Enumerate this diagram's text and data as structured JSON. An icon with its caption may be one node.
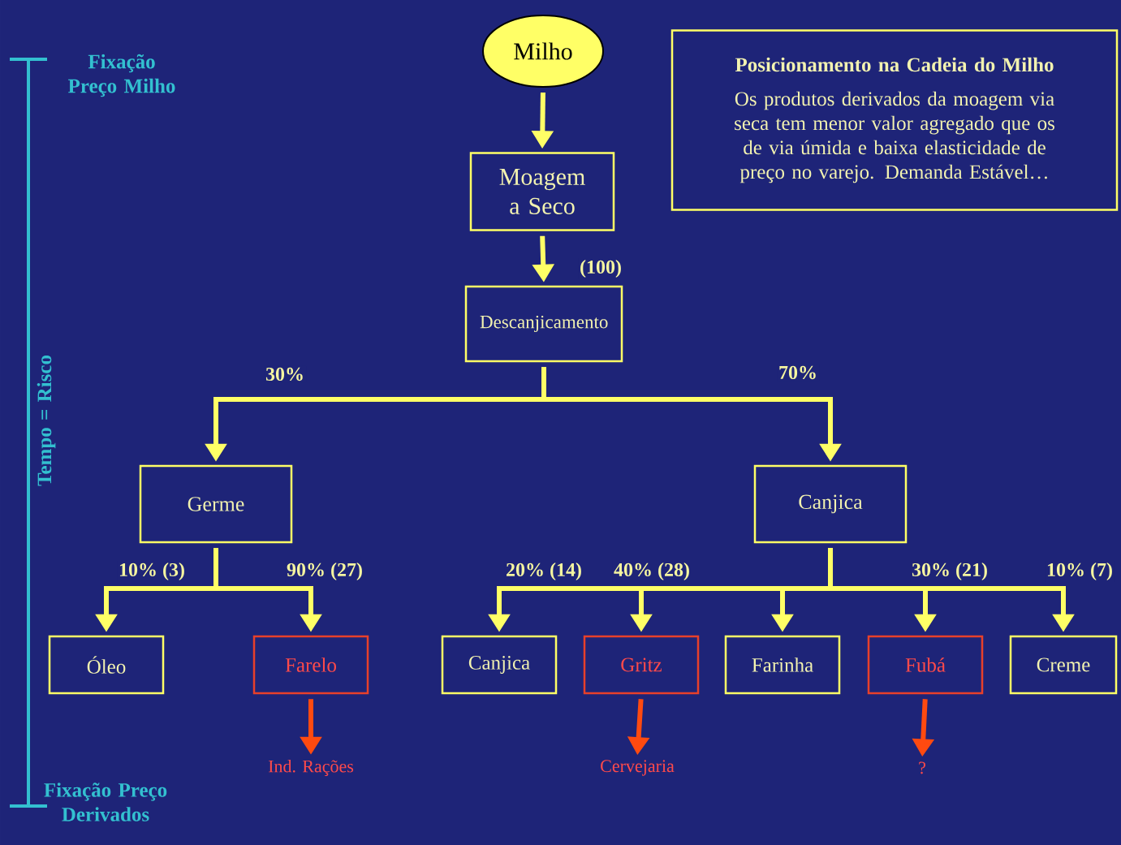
{
  "diagram": {
    "nodes": [
      {
        "text": [
          "Milho"
        ]
      },
      {
        "text": [
          "Moagem a Seco"
        ]
      },
      {
        "text": [
          "Descanjicamento"
        ]
      },
      {
        "text": [
          "Germe"
        ]
      },
      {
        "text": [
          "Canjica"
        ]
      },
      {
        "text": [
          "Óleo"
        ]
      },
      {
        "text": [
          "Farelo"
        ]
      },
      {
        "text": [
          "Canjica"
        ]
      },
      {
        "text": [
          "Gritz"
        ]
      },
      {
        "text": [
          "Farinha"
        ]
      },
      {
        "text": [
          "Fubá"
        ]
      },
      {
        "text": [
          "Creme"
        ]
      },
      {
        "text": [
          "Ind. Rações"
        ]
      },
      {
        "text": [
          "Cervejaria"
        ]
      },
      {
        "text": [
          "?"
        ]
      },
      {
        "text": [
          "Posicionamento na Cadeia do Milho",
          "Os produtos derivados da moagem via seca tem menor valor agregado que os de via úmida e baixa elasticidade de preço no varejo. Demanda Estável…"
        ]
      }
    ],
    "edges": [
      {
        "from": 0,
        "to": 1,
        "arrow": "to"
      },
      {
        "from": 1,
        "to": 2,
        "arrow": "to",
        "label": "(100)"
      },
      {
        "from": 2,
        "to": 3,
        "arrow": "to",
        "label": "30%"
      },
      {
        "from": 2,
        "to": 4,
        "arrow": "to",
        "label": "70%"
      },
      {
        "from": 3,
        "to": 5,
        "arrow": "to",
        "label": "10% (3)"
      },
      {
        "from": 3,
        "to": 6,
        "arrow": "to",
        "label": "90% (27)"
      },
      {
        "from": 4,
        "to": 7,
        "arrow": "to",
        "label": "20% (14)"
      },
      {
        "from": 4,
        "to": 8,
        "arrow": "to",
        "label": "40% (28)"
      },
      {
        "from": 4,
        "to": 9,
        "arrow": "to"
      },
      {
        "from": 4,
        "to": 10,
        "arrow": "to",
        "label": "30% (21)"
      },
      {
        "from": 4,
        "to": 11,
        "arrow": "to",
        "label": "10% (7)"
      },
      {
        "from": 6,
        "to": 12,
        "arrow": "to",
        "color": "#ff4a10"
      },
      {
        "from": 8,
        "to": 13,
        "arrow": "to",
        "color": "#ff4a10"
      },
      {
        "from": 10,
        "to": 14,
        "arrow": "to",
        "color": "#ff4a10"
      }
    ],
    "labels": [
      "Fixação Preço Milho",
      "Tempo = Risco",
      "Fixação Preço Derivados"
    ]
  }
}
